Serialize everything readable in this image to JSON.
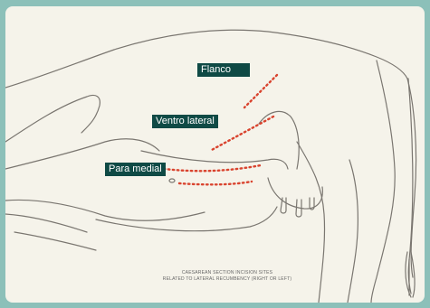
{
  "labels": {
    "flanco": "Flanco",
    "ventro_lateral": "Ventro lateral",
    "para_medial": "Para medial"
  },
  "caption": {
    "line1": "CAESAREAN SECTION INCISION SITES",
    "line2": "RELATED TO LATERAL RECUMBENCY (RIGHT OR LEFT)"
  },
  "colors": {
    "frame": "#8cc0b9",
    "background": "#f5f3ea",
    "outline": "#7a7670",
    "incision": "#d9432e",
    "label_bg": "#0f4a45",
    "label_text": "#ffffff"
  }
}
